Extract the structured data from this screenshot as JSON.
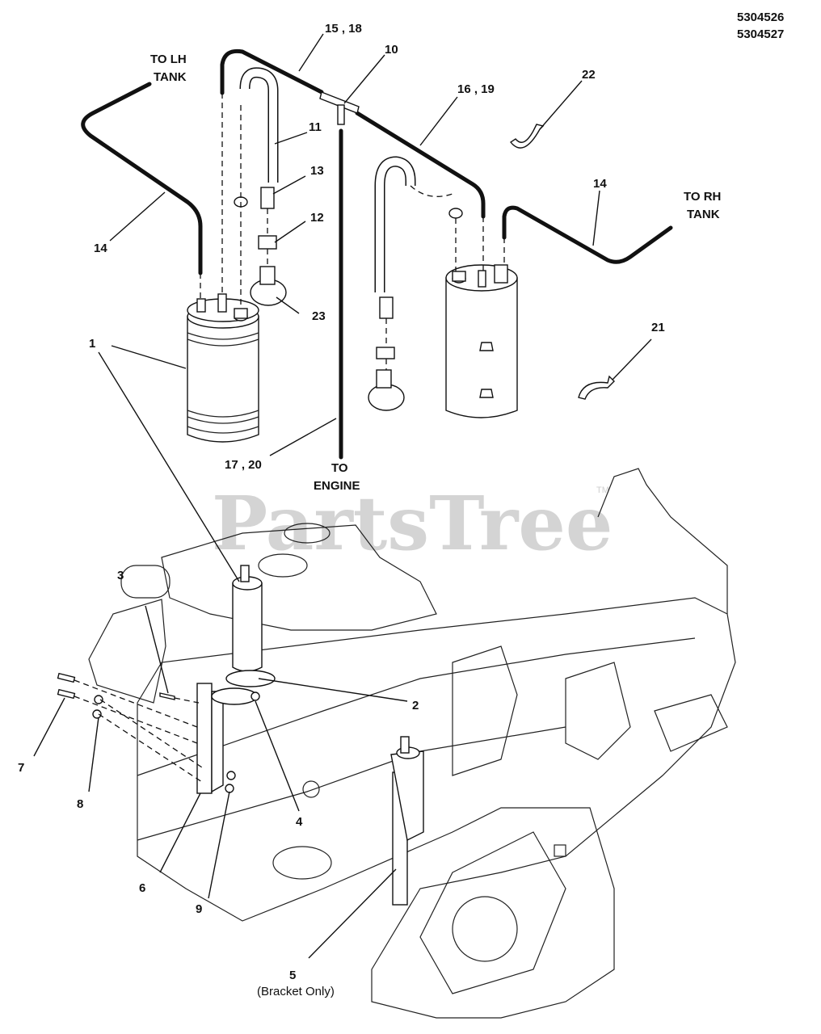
{
  "header": {
    "part_number_1": "5304526",
    "part_number_2": "5304527"
  },
  "watermark": {
    "text": "PartsTree",
    "trademark": "TM"
  },
  "callouts": {
    "c1": "1",
    "c2": "2",
    "c3": "3",
    "c4": "4",
    "c5": "5",
    "c5_note": "(Bracket Only)",
    "c6": "6",
    "c7": "7",
    "c8": "8",
    "c9": "9",
    "c10": "10",
    "c11": "11",
    "c12": "12",
    "c13": "13",
    "c14_left": "14",
    "c14_right": "14",
    "c15_18": "15 , 18",
    "c16_19": "16 , 19",
    "c17_20": "17 , 20",
    "c21": "21",
    "c22": "22",
    "c23": "23"
  },
  "destinations": {
    "to_lh_line1": "TO LH",
    "to_lh_line2": "TANK",
    "to_rh_line1": "TO RH",
    "to_rh_line2": "TANK",
    "to_engine_line1": "TO",
    "to_engine_line2": "ENGINE"
  }
}
